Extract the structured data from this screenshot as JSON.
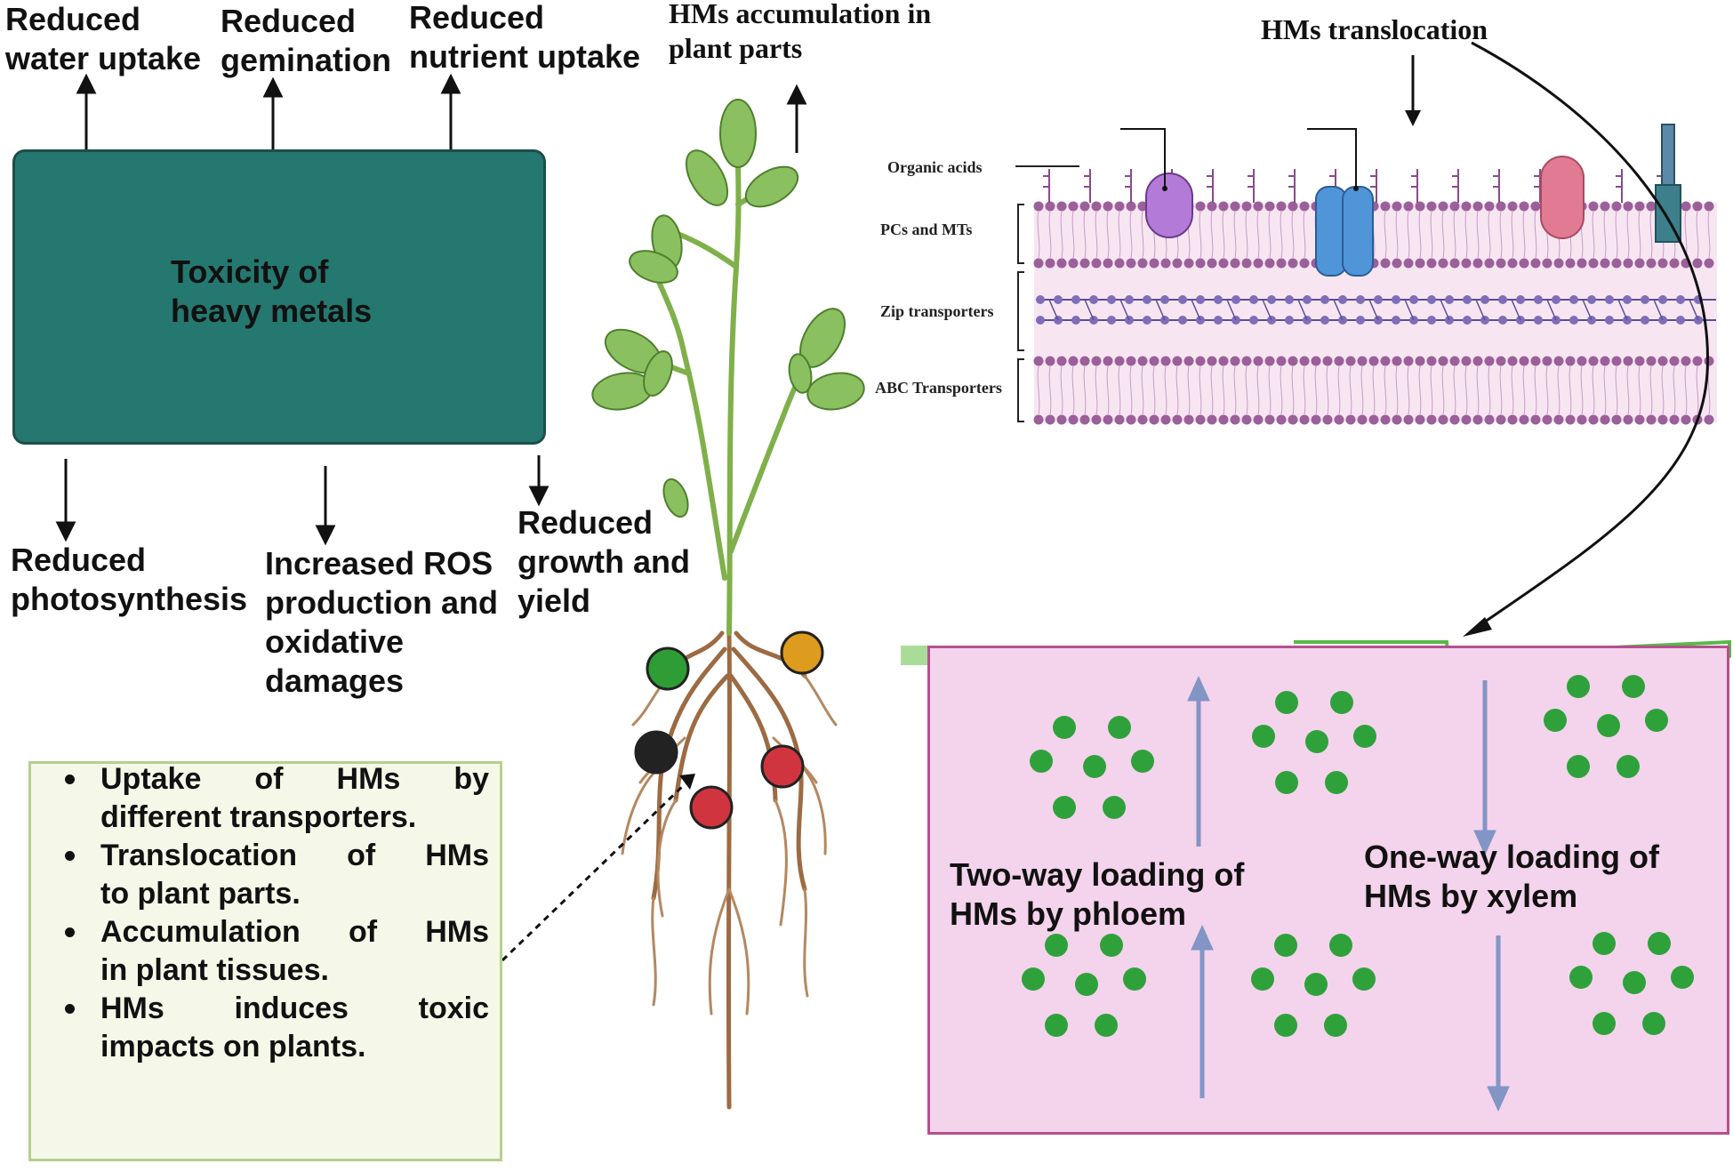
{
  "top_labels": {
    "water": [
      "Reduced",
      "water uptake"
    ],
    "germination": [
      "Reduced",
      "gemination"
    ],
    "nutrient": [
      "Reduced",
      "nutrient uptake"
    ],
    "accumulation": [
      "HMs accumulation in",
      "plant parts"
    ]
  },
  "central_box": {
    "title": [
      "Toxicity of",
      "heavy metals"
    ],
    "color": "#25786f"
  },
  "bottom_labels": {
    "photosynthesis": [
      "Reduced",
      "photosynthesis"
    ],
    "ros": [
      "Increased ROS",
      "production and",
      "oxidative",
      "damages"
    ],
    "growth": [
      "Reduced",
      "growth and",
      "yield"
    ]
  },
  "bullets": [
    {
      "line1": "Uptake of HMs by",
      "line2": "different transporters."
    },
    {
      "line1": "Translocation of HMs",
      "line2": "to plant parts."
    },
    {
      "line1": "Accumulation of HMs",
      "line2": "in plant tissues."
    },
    {
      "line1": "HMs induces toxic",
      "line2": "impacts on plants."
    }
  ],
  "membrane": {
    "title": "HMs translocation",
    "labels": {
      "organic_acids": "Organic acids",
      "pcs_mts": "PCs and MTs",
      "zip": "Zip transporters",
      "abc": "ABC Transporters"
    },
    "colors": {
      "membrane": "#f7e6f1",
      "lipid_head": "#9b5f9a",
      "purple_channel": "#b47ad8",
      "blue_channel": "#4f95d8",
      "pink_channel": "#e07b93"
    }
  },
  "vascular": {
    "phloem": [
      "Two-way loading of",
      "HMs by phloem"
    ],
    "xylem": [
      "One-way loading of",
      "HMs by xylem"
    ],
    "colors": {
      "panel": "#f4d3ec",
      "border": "#b4508e",
      "dots": "#2fa13b",
      "arrows": "#8295c5",
      "top_bar": "#a9dc98"
    }
  },
  "metal_ions": {
    "colors": [
      "#2f9d36",
      "#dd9c1e",
      "#222222",
      "#d0343e"
    ]
  },
  "icons": [
    "arrow-up-icon",
    "arrow-down-icon",
    "plant-icon",
    "metal-ion-icon",
    "ion-channel-icon"
  ]
}
